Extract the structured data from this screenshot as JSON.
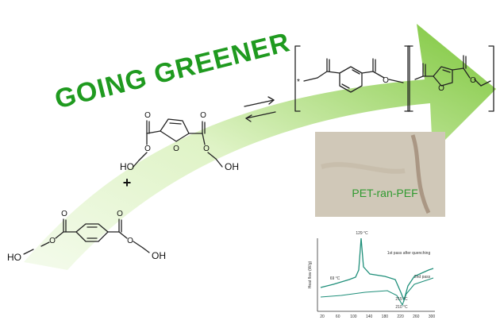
{
  "headline": "GOING GREENER",
  "colors": {
    "arrow_light": "#dff3c6",
    "arrow_dark": "#7cc63a",
    "headline": "#1f9a1f",
    "sample_text": "#2f9a2f",
    "dsc_curve": "#1f8f7a"
  },
  "reactants": {
    "furan_monomer": {
      "oxygen_1": "O",
      "oxygen_2": "O",
      "ring_oxygen": "O",
      "ho_left": "HO",
      "oh_right": "OH"
    },
    "plus_sign": "+",
    "terephthalate_monomer": {
      "ho_left": "HO",
      "oh_right": "OH",
      "oxygen_a": "O",
      "oxygen_b": "O"
    }
  },
  "sample_label": "PET-ran-PEF",
  "dsc_plot": {
    "annotations": {
      "peak_top": "129 °C",
      "tg_left": "69 °C",
      "legend_line_1": "1st pass after quenching",
      "legend_line_2": "2nd pass",
      "melt_1": "215 °C",
      "melt_2": "210 °C"
    },
    "y_axis_label": "Heat flow (W/g)",
    "x_ticks": [
      "20",
      "60",
      "100",
      "140",
      "180",
      "220",
      "260",
      "300"
    ]
  }
}
